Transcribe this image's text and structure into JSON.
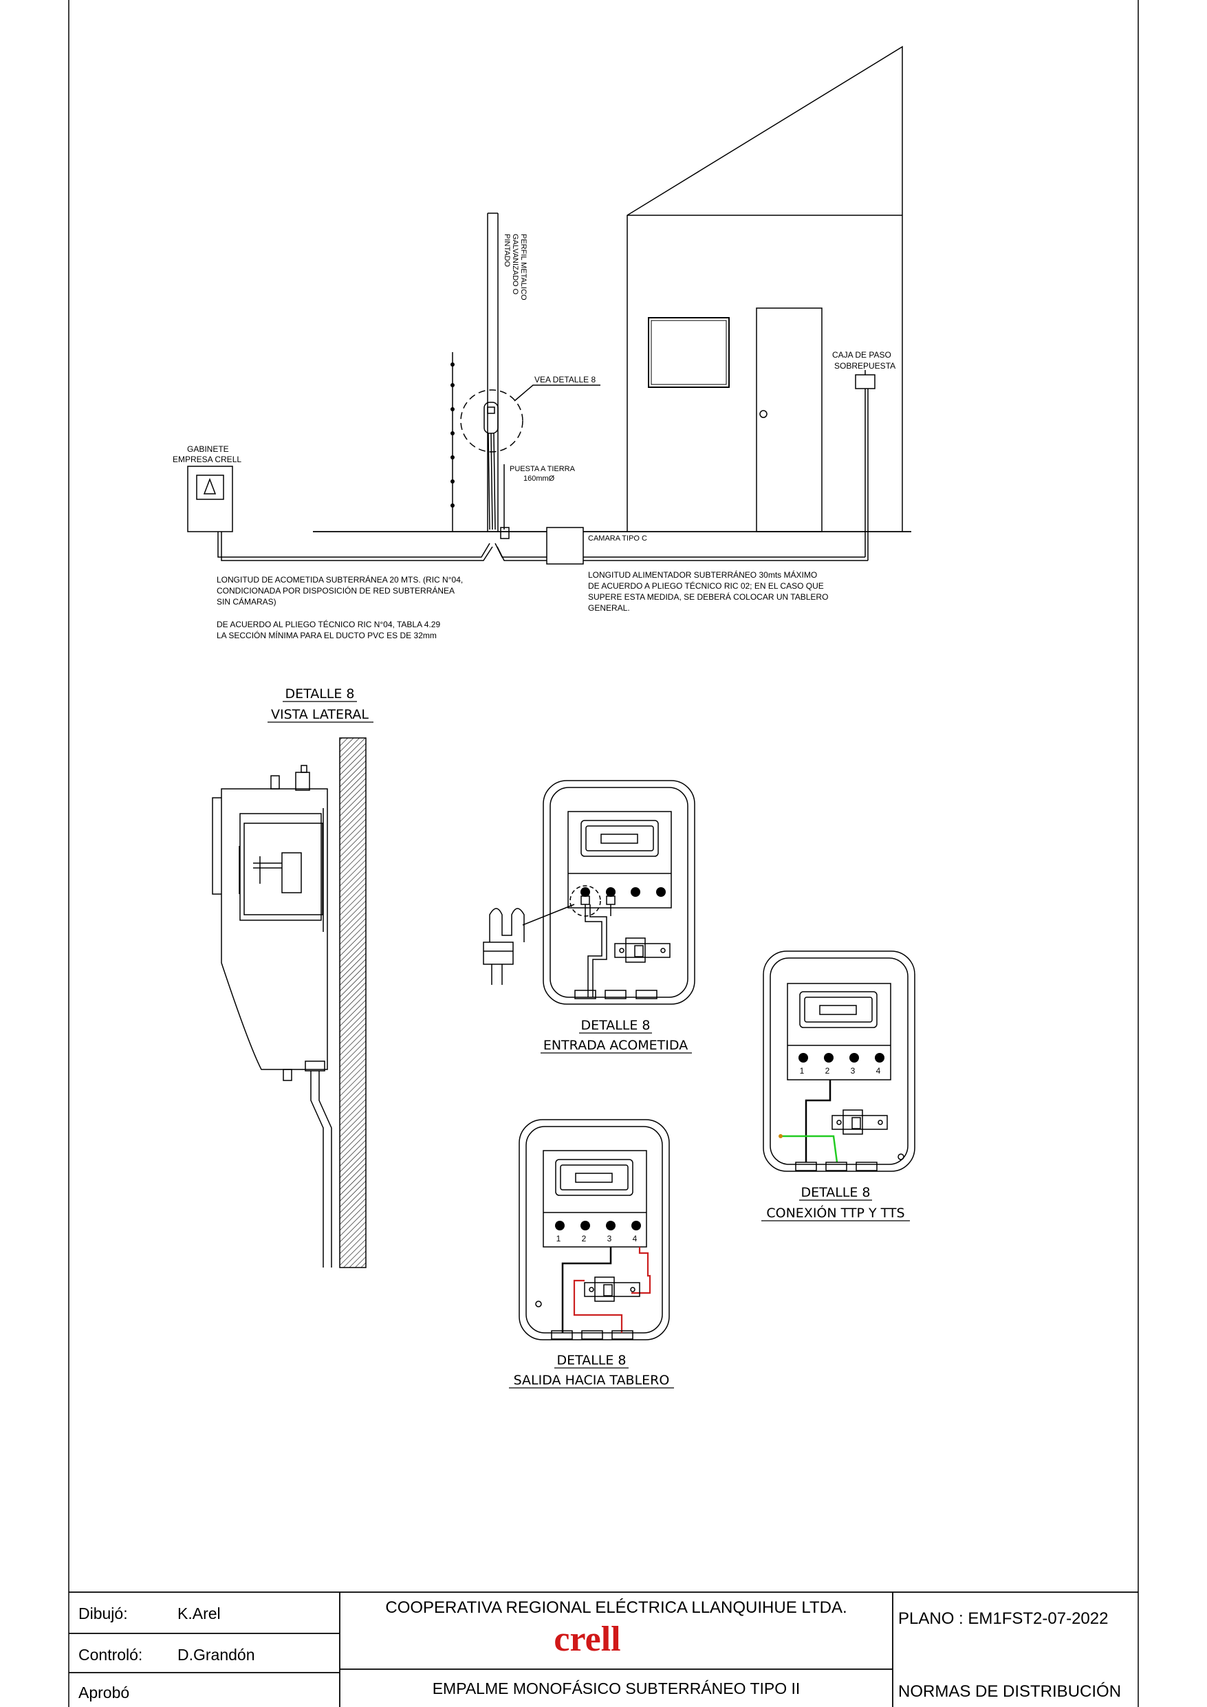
{
  "drawing": {
    "perfil_label": [
      "PERFIL METALICO",
      "GALVANIZADO O",
      "PINTADO"
    ],
    "vea_detalle": "VEA DETALLE 8",
    "caja_paso": [
      "CAJA DE PASO",
      "SOBREPUESTA"
    ],
    "gabinete": [
      "GABINETE",
      "EMPRESA CRELL"
    ],
    "puesta_tierra": [
      "PUESTA A TIERRA",
      "160mmØ"
    ],
    "camara": "CAMARA TIPO C",
    "note_acometida": [
      "LONGITUD DE ACOMETIDA SUBTERRÁNEA 20 MTS.  (RIC N°04,",
      "CONDICIONADA POR DISPOSICIÓN DE RED SUBTERRÁNEA",
      "SIN CÁMARAS)"
    ],
    "note_pliego": [
      "DE ACUERDO AL PLIEGO TÉCNICO RIC N°04, TABLA 4.29",
      "LA SECCIÓN MÍNIMA PARA EL DUCTO PVC ES DE 32mm"
    ],
    "note_alimentador": [
      "LONGITUD ALIMENTADOR SUBTERRÁNEO 30mts MÁXIMO",
      "DE ACUERDO A PLIEGO TÉCNICO RIC 02; EN EL CASO QUE",
      "SUPERE ESTA MEDIDA, SE DEBERÁ COLOCAR UN TABLERO",
      "GENERAL."
    ]
  },
  "details": {
    "lateral": [
      "DETALLE 8",
      "VISTA LATERAL"
    ],
    "entrada": [
      "DETALLE 8",
      "ENTRADA ACOMETIDA"
    ],
    "conexion": [
      "DETALLE 8",
      "CONEXIÓN TTP Y TTS"
    ],
    "salida": [
      "DETALLE 8",
      "SALIDA HACIA TABLERO"
    ],
    "terminal_numbers": [
      "1",
      "2",
      "3",
      "4"
    ]
  },
  "title_block": {
    "dibujo_label": "Dibujó:",
    "dibujo_value": "K.Arel",
    "controlo_label": "Controló:",
    "controlo_value": "D.Grandón",
    "aprobo_label": "Aprobó",
    "company": "COOPERATIVA REGIONAL ELÉCTRICA LLANQUIHUE LTDA.",
    "logo": "crell",
    "project": "EMPALME MONOFÁSICO SUBTERRÁNEO TIPO II",
    "plano": "PLANO : EM1FST2-07-2022",
    "normas": "NORMAS DE DISTRIBUCIÓN"
  },
  "colors": {
    "logo": "#d01818",
    "ground_wire": "#22cc22",
    "out_wire": "#cc2020"
  }
}
